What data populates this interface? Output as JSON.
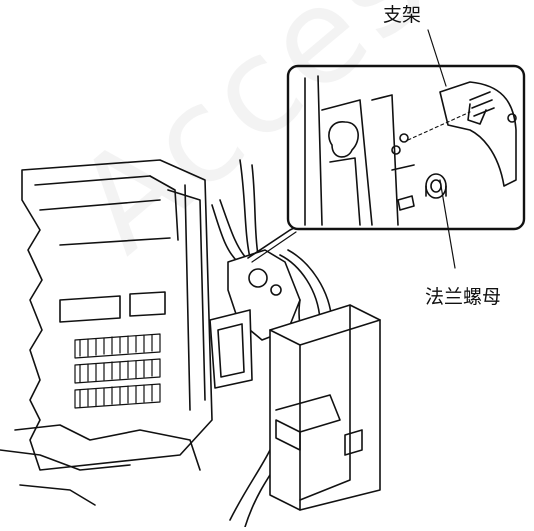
{
  "labels": {
    "bracket": "支架",
    "flange_nut": "法兰螺母"
  },
  "watermark": {
    "text": "Access"
  },
  "colors": {
    "line": "#111111",
    "background": "#ffffff"
  }
}
